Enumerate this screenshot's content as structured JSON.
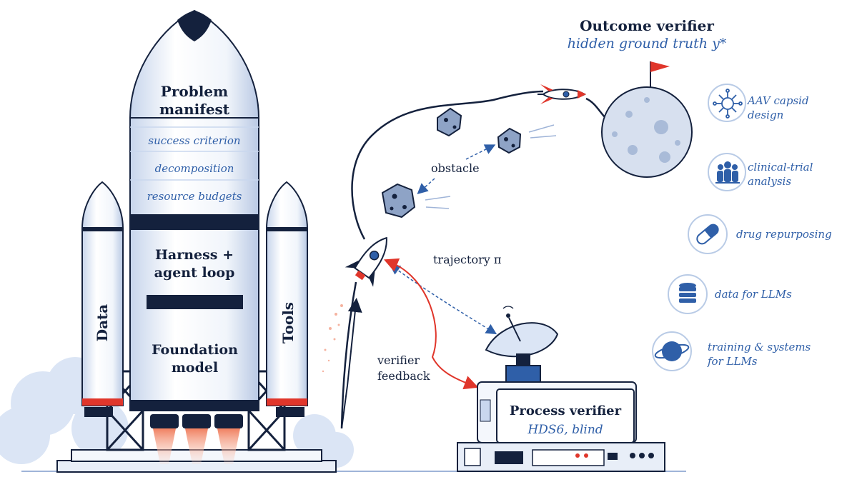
{
  "rocket": {
    "nose_title": "Problem manifest",
    "nose_items": [
      "success criterion",
      "decomposition",
      "resource budgets"
    ],
    "mid_title": "Harness + agent loop",
    "base_title": "Foundation model",
    "left_booster": "Data",
    "right_booster": "Tools"
  },
  "outcome_verifier": {
    "title": "Outcome verifier",
    "subtitle": "hidden ground truth y*"
  },
  "labels": {
    "obstacle": "obstacle",
    "trajectory": "trajectory π",
    "verifier_feedback": "verifier\nfeedback"
  },
  "process_verifier": {
    "title": "Process verifier",
    "subtitle": "HDS6, blind"
  },
  "applications": [
    {
      "icon": "network-icon",
      "label": "AAV capsid\ndesign"
    },
    {
      "icon": "people-icon",
      "label": "clinical-trial\nanalysis"
    },
    {
      "icon": "pill-icon",
      "label": "drug repurposing"
    },
    {
      "icon": "database-icon",
      "label": "data for LLMs"
    },
    {
      "icon": "planet-icon",
      "label": "training & systems\nfor LLMs"
    }
  ],
  "colors": {
    "navy": "#14213d",
    "blue": "#2f5fa8",
    "light_blue": "#c9d7ee",
    "red": "#e0362b"
  }
}
